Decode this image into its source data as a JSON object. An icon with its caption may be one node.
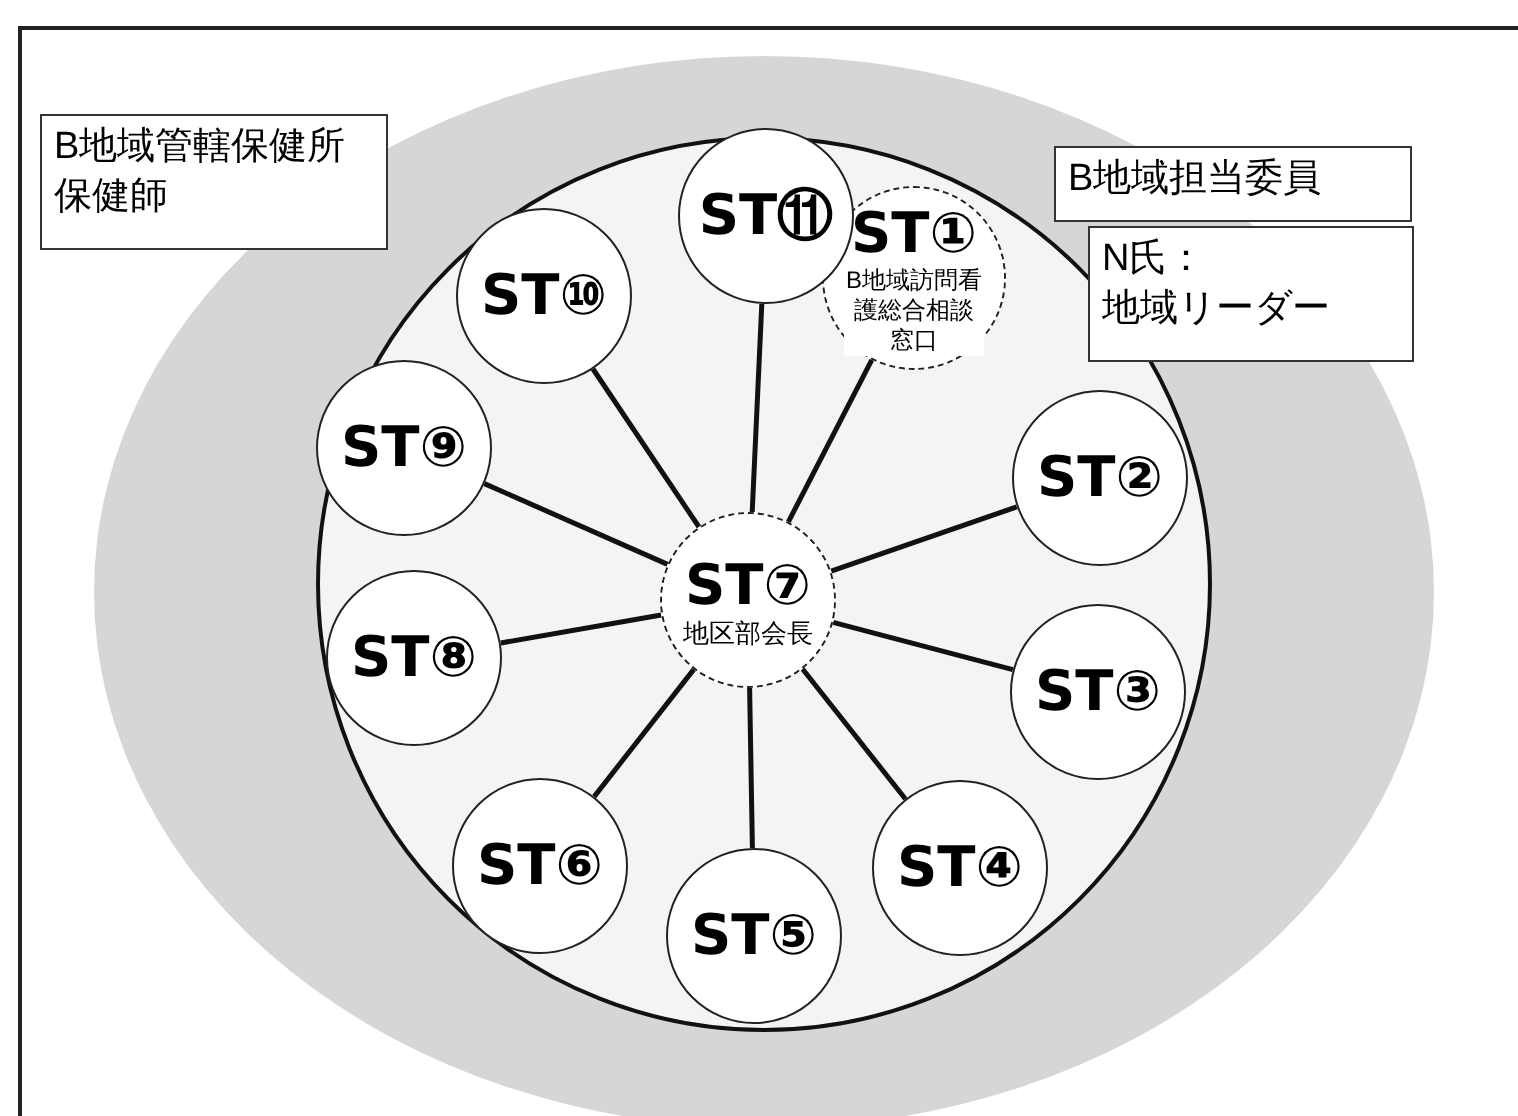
{
  "diagram": {
    "nodes": [
      {
        "text": [],
        "shape": "circle"
      },
      {
        "text": [
          "B地域管轄保健所保健師"
        ]
      },
      {
        "text": [
          "B地域担当委員"
        ]
      },
      {
        "text": [
          "N氏：地域リーダー"
        ]
      },
      {
        "text": [
          "ST①",
          "B地域訪問看護総合相談窓口"
        ],
        "in": 0
      },
      {
        "text": [
          "ST②"
        ],
        "in": 0
      },
      {
        "text": [
          "ST③"
        ],
        "in": 0
      },
      {
        "text": [
          "ST④"
        ],
        "in": 0
      },
      {
        "text": [
          "ST⑤"
        ],
        "in": 0
      },
      {
        "text": [
          "ST⑥"
        ],
        "in": 0
      },
      {
        "text": [
          "ST⑦",
          "地区部会長"
        ],
        "in": 0
      },
      {
        "text": [
          "ST⑧"
        ],
        "in": 0
      },
      {
        "text": [
          "ST⑨"
        ],
        "in": 0
      },
      {
        "text": [
          "ST⑩"
        ],
        "in": 0
      },
      {
        "text": [
          "ST⑪"
        ],
        "in": 0
      }
    ],
    "edges": [
      {
        "from": 10,
        "to": 4,
        "arrow": "none"
      },
      {
        "from": 10,
        "to": 5,
        "arrow": "none"
      },
      {
        "from": 10,
        "to": 6,
        "arrow": "none"
      },
      {
        "from": 10,
        "to": 7,
        "arrow": "none"
      },
      {
        "from": 10,
        "to": 8,
        "arrow": "none"
      },
      {
        "from": 10,
        "to": 9,
        "arrow": "none"
      },
      {
        "from": 10,
        "to": 11,
        "arrow": "none"
      },
      {
        "from": 10,
        "to": 12,
        "arrow": "none"
      },
      {
        "from": 10,
        "to": 13,
        "arrow": "none"
      },
      {
        "from": 10,
        "to": 14,
        "arrow": "none"
      }
    ]
  }
}
